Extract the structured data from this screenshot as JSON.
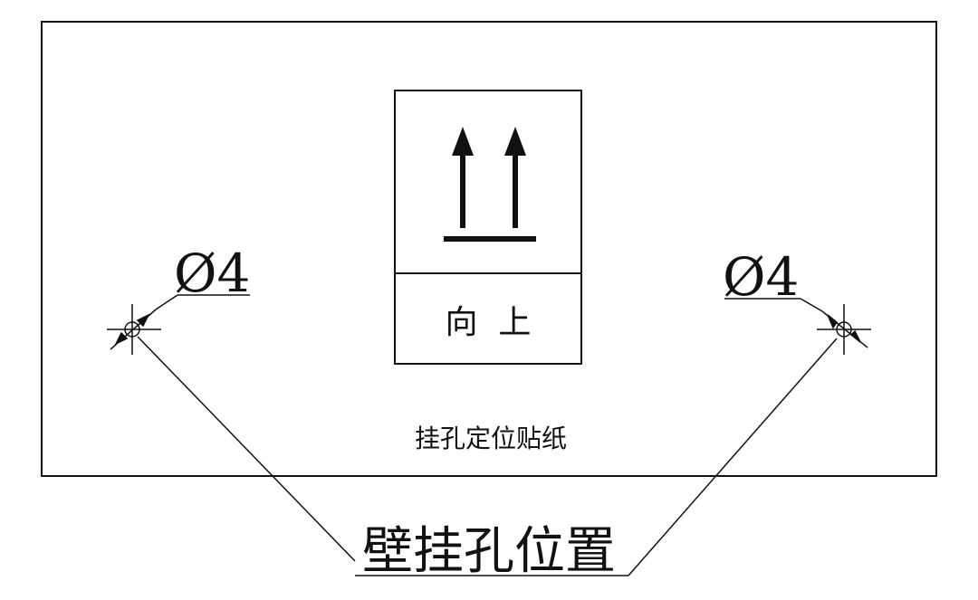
{
  "diagram": {
    "up_label": "向  上",
    "sticker_label": "挂孔定位贴纸",
    "left_hole_dim": "Ø4",
    "right_hole_dim": "Ø4",
    "callout_label": "壁挂孔位置",
    "line_color": "#111111",
    "background": "#ffffff"
  }
}
